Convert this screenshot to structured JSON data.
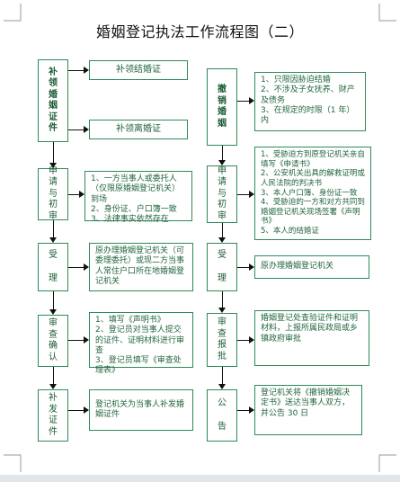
{
  "title": "婚姻登记执法工作流程图（二）",
  "left": {
    "step1_label": [
      "补",
      "领",
      "婚",
      "姻",
      "证",
      "件"
    ],
    "step1_options": [
      "补领结婚证",
      "补领离婚证"
    ],
    "step2_label": [
      "申",
      "请",
      "与",
      "初",
      "审"
    ],
    "step2_text": "1、一方当事人或委托人（仅限原婚姻登记机关）到场\n2、身份证、户口簿一致\n3、法律事实依然存在",
    "step3_label": [
      "受",
      "理"
    ],
    "step3_text": "原办理婚姻登记机关（可委理委托）或现二方当事人常住户口所在地婚姻登记机关",
    "step4_label": [
      "审",
      "查",
      "确",
      "认"
    ],
    "step4_text": "1、填写《声明书》\n2、登记员对当事人提交的证件、证明材料进行审查\n3、登记员填写《审查处理表》",
    "step5_label": [
      "补",
      "发",
      "证",
      "件"
    ],
    "step5_text": "登记机关为当事人补发婚姻证件"
  },
  "right": {
    "step1_label": [
      "撤",
      "销",
      "婚",
      "姻"
    ],
    "step1_text": "1、只限因胁迫结婚\n2、不涉及子女抚养、财产及债务\n3、在规定的时限（1 年）内",
    "step2_label": [
      "申",
      "请",
      "与",
      "初",
      "审"
    ],
    "step2_text": "1、受胁迫方到原登记机关亲自填写《申请书》\n2、公安机关出具的解救证明或人民法院的判决书\n3、本人户口簿、身份证一致\n4、受胁迫的一方和对方共同到婚姻登记机关现场签署《声明书》\n5、本人的结婚证",
    "step3_label": [
      "受",
      "理"
    ],
    "step3_text": "原办理婚姻登记机关",
    "step4_label": [
      "审",
      "查",
      "报",
      "批"
    ],
    "step4_text": "婚姻登记处查验证件和证明材料，上报所属民政局或乡镇政府审批",
    "step5_label": [
      "公",
      "告"
    ],
    "step5_text": "登记机关将《撤销婚姻决定书》送达当事人双方，并公告 30 日"
  }
}
